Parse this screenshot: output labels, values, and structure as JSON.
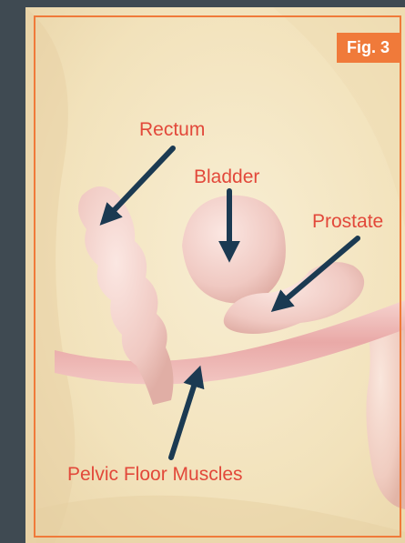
{
  "figure": {
    "badge": "Fig. 3",
    "labels": {
      "rectum": "Rectum",
      "bladder": "Bladder",
      "prostate": "Prostate",
      "pelvic_floor": "Pelvic Floor Muscles"
    }
  },
  "colors": {
    "accent": "#f07a3a",
    "label_text": "#e2483a",
    "arrow": "#1b3a52",
    "sidebar": "#3f4a52",
    "background": "#f3e7c6"
  }
}
